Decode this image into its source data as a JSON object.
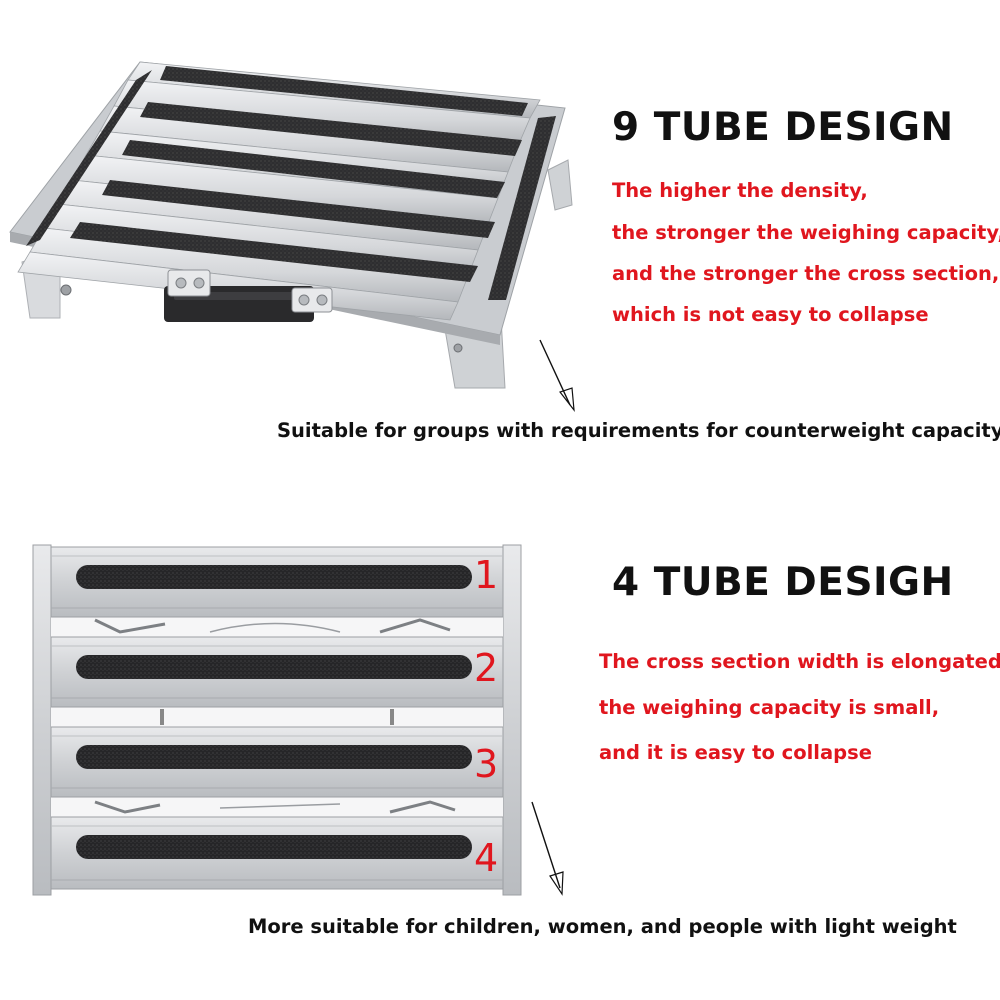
{
  "section_top": {
    "title": "9 TUBE DESIGN",
    "lines": [
      "The higher the density,",
      "the stronger the weighing capacity,",
      "and the stronger the cross section,",
      "which is not easy to collapse"
    ],
    "caption": "Suitable for groups with requirements for counterweight capacity"
  },
  "section_bottom": {
    "title": "4 TUBE DESIGH",
    "lines": [
      "The cross section width is elongated,",
      "the weighing capacity is small,",
      "and it is easy to collapse"
    ],
    "caption": "More suitable for children, women, and people with light weight",
    "tube_numbers": [
      "1",
      "2",
      "3",
      "4"
    ]
  },
  "colors": {
    "accent_red": "#e0161e",
    "text_dark": "#111111",
    "aluminum": "#d8d9db",
    "grip_tape": "#2b2b2b"
  }
}
